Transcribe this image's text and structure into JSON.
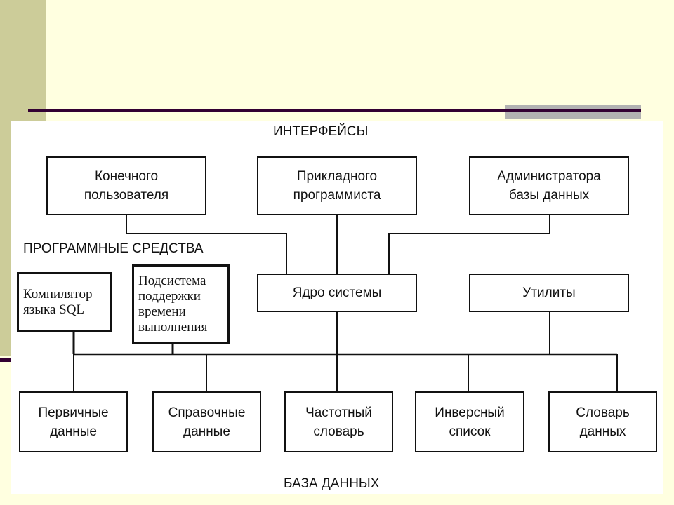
{
  "slide": {
    "colors": {
      "background": "#FFFFE0",
      "sidebar": "#CCCC99",
      "rule": "#330033",
      "accent_block": "#B2B2B2"
    }
  },
  "diagram": {
    "sections": {
      "interfaces": "ИНТЕРФЕЙСЫ",
      "software": "ПРОГРАММНЫЕ СРЕДСТВА",
      "database": "БАЗА ДАННЫХ"
    },
    "interfaces": [
      {
        "id": "end-user",
        "label": "Конечного\nпользователя"
      },
      {
        "id": "app-programmer",
        "label": "Прикладного\nпрограммиста"
      },
      {
        "id": "db-admin",
        "label": "Администратора\nбазы данных"
      }
    ],
    "software": [
      {
        "id": "sql-compiler",
        "label": "Компилятор\nязыка SQL"
      },
      {
        "id": "runtime-subsystem",
        "label": "Подсистема\nподдержки\nвремени\nвыполнения"
      },
      {
        "id": "kernel",
        "label": "Ядро системы"
      },
      {
        "id": "utilities",
        "label": "Утилиты"
      }
    ],
    "database": [
      {
        "id": "primary-data",
        "label": "Первичные\nданные"
      },
      {
        "id": "reference-data",
        "label": "Справочные\nданные"
      },
      {
        "id": "frequency-dictionary",
        "label": "Частотный\nсловарь"
      },
      {
        "id": "inverted-list",
        "label": "Инверсный\nсписок"
      },
      {
        "id": "data-dictionary",
        "label": "Словарь\nданных"
      }
    ],
    "connections": [
      [
        "end-user",
        "kernel"
      ],
      [
        "app-programmer",
        "kernel"
      ],
      [
        "db-admin",
        "kernel"
      ],
      [
        "sql-compiler",
        "bus"
      ],
      [
        "runtime-subsystem",
        "bus"
      ],
      [
        "kernel",
        "bus"
      ],
      [
        "utilities",
        "bus"
      ],
      [
        "bus",
        "primary-data"
      ],
      [
        "bus",
        "reference-data"
      ],
      [
        "bus",
        "frequency-dictionary"
      ],
      [
        "bus",
        "inverted-list"
      ],
      [
        "bus",
        "data-dictionary"
      ]
    ]
  }
}
